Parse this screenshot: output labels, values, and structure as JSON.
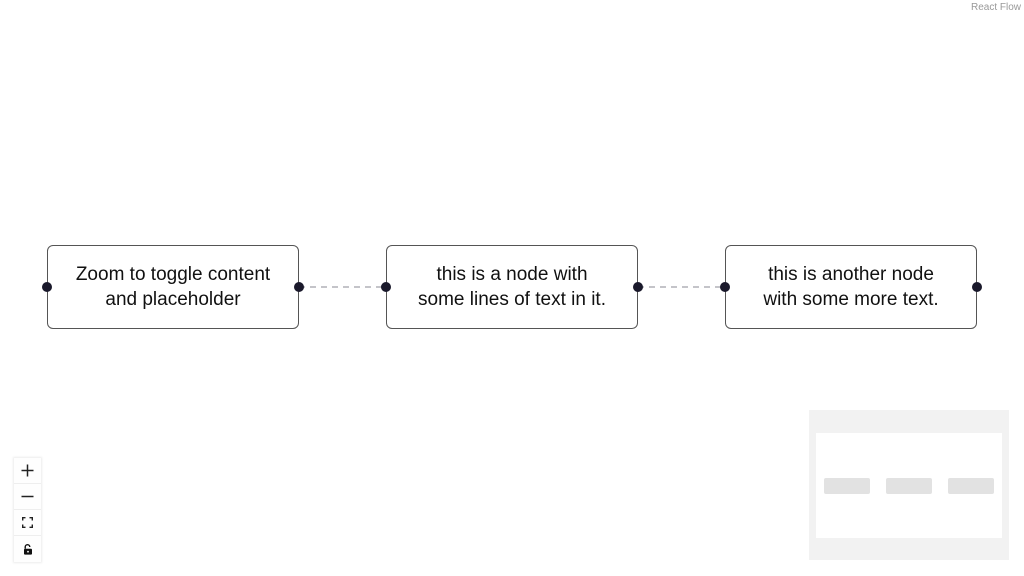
{
  "attribution": "React Flow",
  "nodes": [
    {
      "id": "1",
      "label": "Zoom to toggle content\nand placeholder"
    },
    {
      "id": "2",
      "label": "this is a node with\nsome lines of text in it."
    },
    {
      "id": "3",
      "label": "this is another node\nwith some more text."
    }
  ],
  "edges": [
    {
      "source": "1",
      "target": "2",
      "style": "dashed"
    },
    {
      "source": "2",
      "target": "3",
      "style": "dashed"
    }
  ],
  "controls": [
    {
      "name": "zoom-in",
      "icon": "plus-icon"
    },
    {
      "name": "zoom-out",
      "icon": "minus-icon"
    },
    {
      "name": "fit-view",
      "icon": "fit-view-icon"
    },
    {
      "name": "toggle-interactivity",
      "icon": "lock-open-icon"
    }
  ],
  "colors": {
    "handle": "#1a192b",
    "node_border": "#555555",
    "edge": "#b1b1b7",
    "minimap_bg": "#f2f2f2",
    "minimap_node": "#e2e2e2"
  }
}
